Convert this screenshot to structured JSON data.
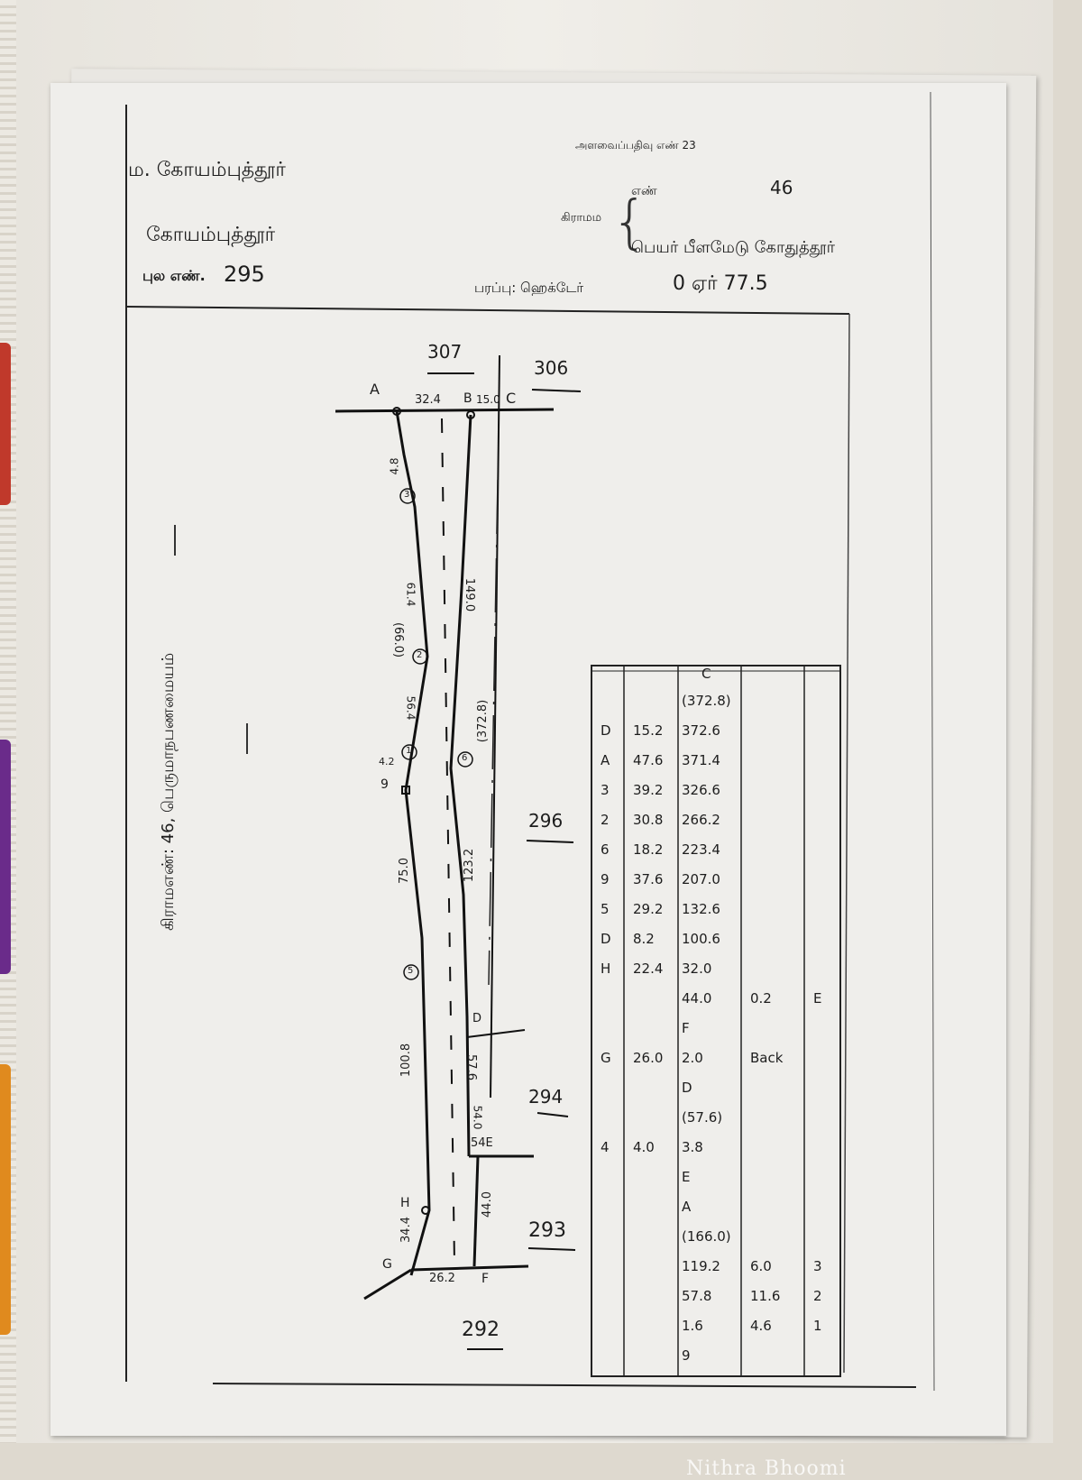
{
  "form_number": "அளவைப்பதிவு எண் 23",
  "district": "ம. கோயம்புத்தூர்",
  "taluk": "கோயம்புத்தூர்",
  "survey_no_label": "புல எண்.",
  "survey_no": "295",
  "village_label": "கிராமம",
  "village_no_label": "எண்",
  "village_no": "46",
  "village_name": "பெயர் பீளமேடு கோதுத்தூர்",
  "area_label": "பரப்பு: ஹெக்டேர்",
  "area_value": "0 ஏர் 77.5",
  "vertical_text": "கிராமஎண்: 46, பெருமாநபணமையம்",
  "neighbors": {
    "n307": "307",
    "n306": "306",
    "n296": "296",
    "n294": "294",
    "n293": "293",
    "n292": "292"
  },
  "point_labels": {
    "A": "A",
    "B": "B",
    "C": "C",
    "D": "D",
    "E": "E",
    "F": "F",
    "G": "G",
    "H": "H",
    "nine": "9"
  },
  "edge_labels": {
    "top": "32.4",
    "bc": "15.0",
    "a_down": "4.8",
    "left1": "61.4",
    "left1b": "(66.0)",
    "left2": "56.4",
    "left3": "75.0",
    "left4": "100.8",
    "gh": "34.4",
    "right1": "149.0",
    "right_total": "(372.8)",
    "right2": "123.2",
    "right3": "57.6",
    "de": "54.0",
    "fe": "44.0",
    "gf": "26.2",
    "nine_v": "4.2",
    "e_label": "54E"
  },
  "circle_labels": [
    "3",
    "2",
    "1",
    "6",
    "5"
  ],
  "table": {
    "header": "C",
    "rows": [
      {
        "a": "",
        "b": "",
        "c": "(372.8)",
        "d": "",
        "e": ""
      },
      {
        "a": "D",
        "b": "15.2",
        "c": "372.6",
        "d": "",
        "e": ""
      },
      {
        "a": "A",
        "b": "47.6",
        "c": "371.4",
        "d": "",
        "e": ""
      },
      {
        "a": "3",
        "b": "39.2",
        "c": "326.6",
        "d": "",
        "e": ""
      },
      {
        "a": "2",
        "b": "30.8",
        "c": "266.2",
        "d": "",
        "e": ""
      },
      {
        "a": "6",
        "b": "18.2",
        "c": "223.4",
        "d": "",
        "e": ""
      },
      {
        "a": "9",
        "b": "37.6",
        "c": "207.0",
        "d": "",
        "e": ""
      },
      {
        "a": "5",
        "b": "29.2",
        "c": "132.6",
        "d": "",
        "e": ""
      },
      {
        "a": "D",
        "b": "8.2",
        "c": "100.6",
        "d": "",
        "e": ""
      },
      {
        "a": "H",
        "b": "22.4",
        "c": "32.0",
        "d": "",
        "e": ""
      },
      {
        "a": "",
        "b": "",
        "c": "44.0",
        "d": "0.2",
        "e": "E"
      },
      {
        "a": "",
        "b": "",
        "c": "F",
        "d": "",
        "e": ""
      },
      {
        "a": "G",
        "b": "26.0",
        "c": "2.0",
        "d": "Back",
        "e": ""
      },
      {
        "a": "",
        "b": "",
        "c": "D",
        "d": "",
        "e": ""
      },
      {
        "a": "",
        "b": "",
        "c": "(57.6)",
        "d": "",
        "e": ""
      },
      {
        "a": "4",
        "b": "4.0",
        "c": "3.8",
        "d": "",
        "e": ""
      },
      {
        "a": "",
        "b": "",
        "c": "E",
        "d": "",
        "e": ""
      },
      {
        "a": "",
        "b": "",
        "c": "A",
        "d": "",
        "e": ""
      },
      {
        "a": "",
        "b": "",
        "c": "(166.0)",
        "d": "",
        "e": ""
      },
      {
        "a": "",
        "b": "",
        "c": "119.2",
        "d": "6.0",
        "e": "3"
      },
      {
        "a": "",
        "b": "",
        "c": "57.8",
        "d": "11.6",
        "e": "2"
      },
      {
        "a": "",
        "b": "",
        "c": "1.6",
        "d": "4.6",
        "e": "1"
      },
      {
        "a": "",
        "b": "",
        "c": "9",
        "d": "",
        "e": ""
      }
    ]
  },
  "watermark": "Nithra Bhoomi"
}
